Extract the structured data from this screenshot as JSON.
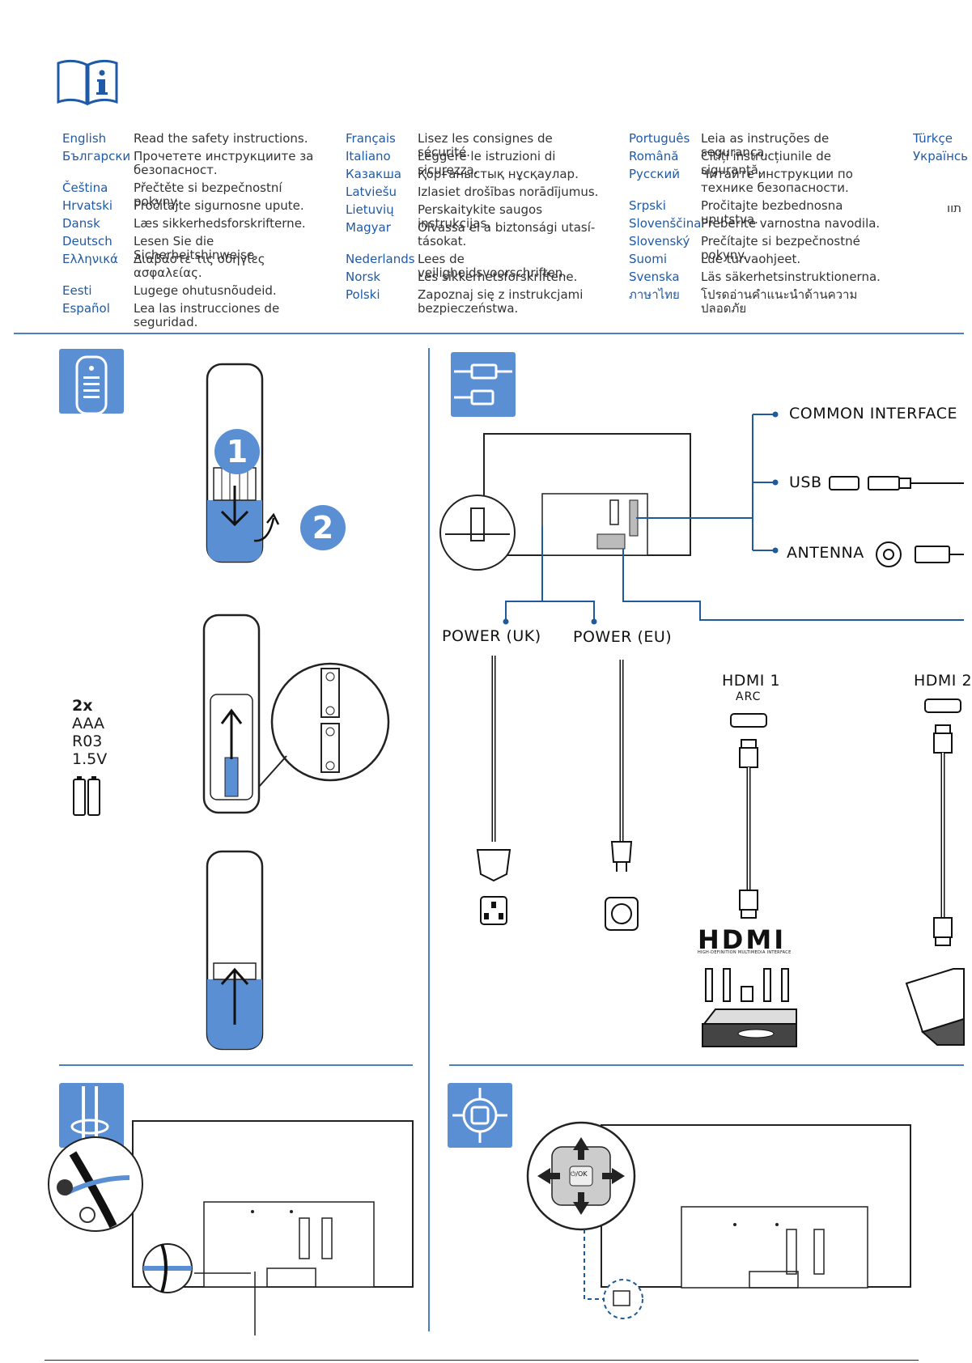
{
  "languages": {
    "col1": [
      {
        "name": "English",
        "text": "Read the safety instructions."
      },
      {
        "name": "Български",
        "text": "Прочетете инструкциите за безопасност."
      },
      {
        "name": "Čeština",
        "text": "Přečtěte si bezpečnostní pokyny."
      },
      {
        "name": "Hrvatski",
        "text": "Pročitajte sigurnosne upute."
      },
      {
        "name": "Dansk",
        "text": "Læs sikkerhedsforskrifterne."
      },
      {
        "name": "Deutsch",
        "text": "Lesen Sie die Sicherheitshinweise."
      },
      {
        "name": "Ελληνικά",
        "text": "Διαβάστε τις οδηγίες ασφαλείας."
      },
      {
        "name": "Eesti",
        "text": "Lugege ohutusnõudeid."
      },
      {
        "name": "Español",
        "text": "Lea las instrucciones de seguridad."
      }
    ],
    "col2": [
      {
        "name": "Français",
        "text": "Lisez les consignes de sécurité."
      },
      {
        "name": "Italiano",
        "text": "Leggere le istruzioni di sicurezza."
      },
      {
        "name": "Казакша",
        "text": "Қорғаныстық нұсқаулар."
      },
      {
        "name": "Latviešu",
        "text": "Izlasiet drošības norādījumus."
      },
      {
        "name": "Lietuvių",
        "text": "Perskaitykite saugos instrukcijas."
      },
      {
        "name": "Magyar",
        "text": "Olvassa el a biztonsági utasí- tásokat."
      },
      {
        "name": "Nederlands",
        "text": "Lees de veiligheidsvoorschriften."
      },
      {
        "name": "Norsk",
        "text": "Les sikkerhetsforskriftene."
      },
      {
        "name": "Polski",
        "text": "Zapoznaj się z instrukcjami bezpieczeństwa."
      }
    ],
    "col3": [
      {
        "name": "Português",
        "text": "Leia as instruções de segurança."
      },
      {
        "name": "Română",
        "text": "Citiți instrucțiunile de siguranță."
      },
      {
        "name": "Русский",
        "text": "Читайте инструкции по технике безопасности."
      },
      {
        "name": "Srpski",
        "text": "Pročitajte bezbednosna uputstva."
      },
      {
        "name": "Slovenščina",
        "text": "Preberite varnostna navodila."
      },
      {
        "name": "Slovenský",
        "text": "Prečítajte si bezpečnostné pokyny."
      },
      {
        "name": "Suomi",
        "text": "Lue turvaohjeet."
      },
      {
        "name": "Svenska",
        "text": "Läs säkerhetsinstruktionerna."
      },
      {
        "name": "ภาษาไทย",
        "text": "โปรดอ่านคำแนะนำด้านความปลอดภัย"
      }
    ],
    "col4": [
      {
        "name": "Türkçe",
        "text": ""
      },
      {
        "name": "Українсь",
        "text": ""
      }
    ],
    "rtl_fragment": "תוו"
  },
  "remote": {
    "step1": "1",
    "step2": "2",
    "battery_count": "2x",
    "battery_type": "AAA",
    "battery_code": "R03",
    "battery_voltage": "1.5V"
  },
  "connections": {
    "common_interface": "COMMON INTERFACE",
    "usb": "USB",
    "antenna": "ANTENNA",
    "power_uk": "POWER (UK)",
    "power_eu": "POWER (EU)",
    "hdmi1": "HDMI 1",
    "hdmi1_sub": "ARC",
    "hdmi2": "HDMI 2",
    "hdmi_logo": "HDMI",
    "hdmi_tagline": "HIGH-DEFINITION MULTIMEDIA INTERFACE"
  },
  "controls": {
    "joystick_label": "⏻/OK"
  },
  "colors": {
    "accent": "#5b8fd3",
    "line": "#1f5a9a",
    "text_blue": "#1f5aa6"
  }
}
